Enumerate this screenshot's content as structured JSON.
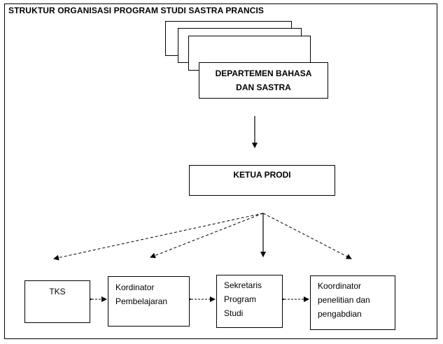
{
  "title": "STRUKTUR ORGANISASI PROGRAM STUDI SASTRA PRANCIS",
  "departemen": {
    "line1": "DEPARTEMEN BAHASA",
    "line2": "DAN SASTRA"
  },
  "ketua": "KETUA PRODI",
  "units": {
    "tks": "TKS",
    "pembelajaran": {
      "line1": "Kordinator",
      "line2": "Pembelajaran"
    },
    "sekretaris": {
      "line1": "Sekretaris",
      "line2": "Program",
      "line3": "Studi"
    },
    "koordinator": {
      "line1": "Koordinator",
      "line2": "penelitian dan",
      "line3": "pengabdian"
    }
  }
}
